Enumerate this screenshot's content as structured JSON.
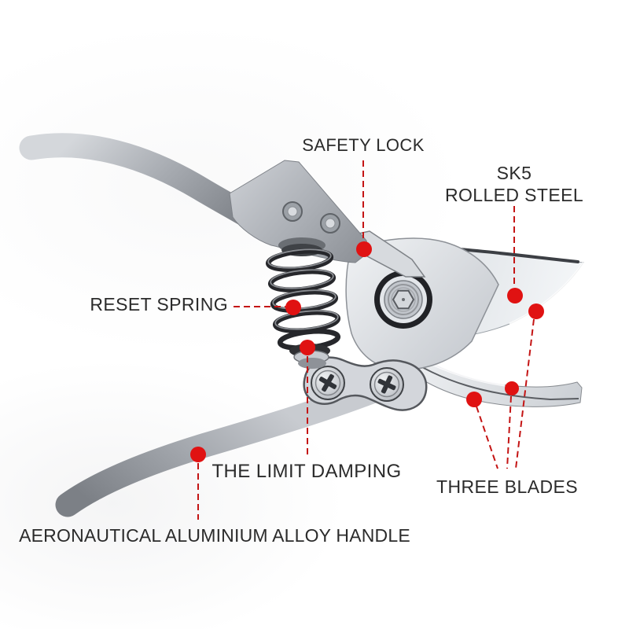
{
  "colors": {
    "accent_red": "#e01212",
    "pointer_red": "#c41414",
    "text": "#2b2b2b",
    "metal_light": "#e9ebee",
    "metal_mid": "#a9adb3",
    "metal_dark": "#54575c"
  },
  "labels": {
    "safety_lock": "SAFETY LOCK",
    "sk5_line1": "SK5",
    "sk5_line2": "ROLLED STEEL",
    "reset_spring": "RESET SPRING",
    "limit_damping": "THE LIMIT DAMPING",
    "three_blades": "THREE BLADES",
    "handle": "AERONAUTICAL ALUMINIUM ALLOY HANDLE"
  }
}
